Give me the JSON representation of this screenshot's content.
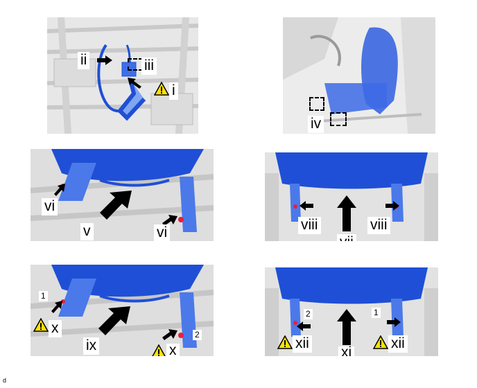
{
  "panels": [
    {
      "id": "p1",
      "labels": {
        "ii": "ii",
        "iii": "iii",
        "i": "i"
      }
    },
    {
      "id": "p2",
      "labels": {
        "iv": "iv"
      }
    },
    {
      "id": "p3",
      "labels": {
        "vi_a": "vi",
        "v": "v",
        "vi_b": "vi"
      }
    },
    {
      "id": "p4",
      "labels": {
        "viii_a": "viii",
        "vii": "vii",
        "viii_b": "viii"
      }
    },
    {
      "id": "p5",
      "labels": {
        "n1": "1",
        "x_a": "x",
        "ix": "ix",
        "n2": "2",
        "x_b": "x"
      }
    },
    {
      "id": "p6",
      "labels": {
        "n2": "2",
        "xii_a": "xii",
        "xi": "xi",
        "n1": "1",
        "xii_b": "xii"
      }
    }
  ],
  "corner_code": "d",
  "colors": {
    "seat_blue": "#1f4fd6",
    "warning_yellow": "#ffe100",
    "arrow": "#000000",
    "marker_red": "#e8203a"
  }
}
